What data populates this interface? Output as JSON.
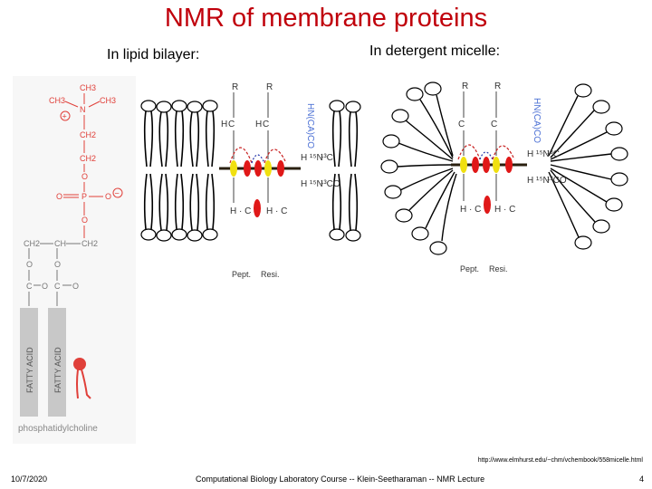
{
  "title": "NMR of membrane proteins",
  "labels": {
    "lipid_bilayer": "In lipid bilayer:",
    "detergent_micelle": "In detergent micelle:"
  },
  "phosphatidylcholine": {
    "atoms": {
      "ch3_top": "CH3",
      "ch3_left": "CH3",
      "n": "N",
      "ch3_right": "CH3",
      "ch2a": "CH2",
      "ch2b": "CH2",
      "o1": "O",
      "o_dbl": "O",
      "p": "P",
      "o_neg": "O",
      "o2": "O",
      "ch2_left": "CH2",
      "ch": "CH",
      "ch2_right": "CH2",
      "o3": "O",
      "o4": "O",
      "c1": "C",
      "o5": "O",
      "c2": "C",
      "o6": "O"
    },
    "charges": {
      "plus": "+",
      "minus": "−"
    },
    "fatty_acid": "FATTY ACID",
    "caption": "phosphatidylcholine"
  },
  "peptide": {
    "side_chain": "R",
    "alpha_h": "H",
    "carbon": "C",
    "nitrogen": "N",
    "carbonyl_o": "O",
    "hn_text": "HN(CA)CO",
    "hn_bottom": "H",
    "h_c_row": "H · C",
    "h1": "H",
    "n15": "¹⁵N",
    "c13a": "¹³C",
    "c13b": "¹³CO",
    "legend": {
      "a": "Pept.",
      "b": "Resi."
    }
  },
  "url": "http://www.elmhurst.edu/~chm/vchembook/558micelle.html",
  "footer": {
    "date": "10/7/2020",
    "course": "Computational Biology Laboratory Course -- Klein-Seetharaman -- NMR Lecture",
    "page": "4"
  },
  "colors": {
    "title": "#c0000b",
    "chem_red": "#e0403a",
    "fatty_acid_bar": "#c8c8c8",
    "bond_red": "#c82020",
    "bond_blue": "#2233aa",
    "bead_red": "#e01818",
    "bead_yellow": "#f0e010",
    "hn_blue": "#4a6fd4"
  }
}
